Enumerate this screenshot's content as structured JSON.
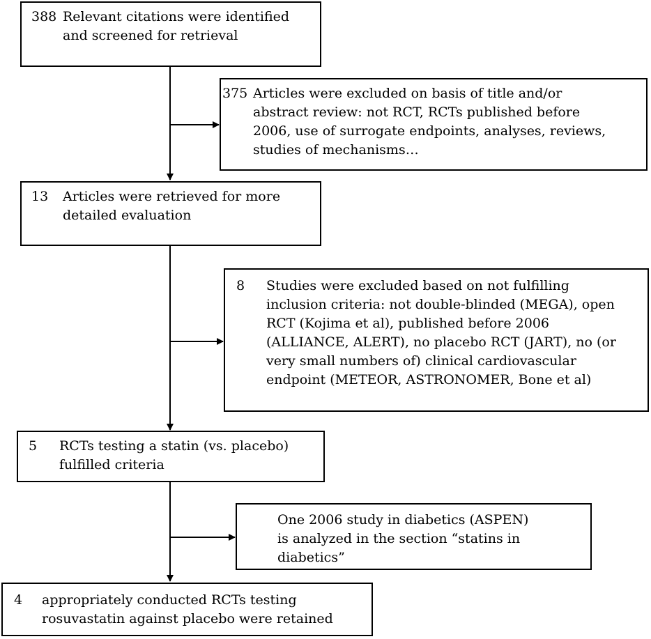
{
  "flowchart": {
    "step1": {
      "number": "388",
      "lines": [
        "Relevant citations were identified",
        "and screened for retrieval"
      ]
    },
    "exclusion1": {
      "number": "375",
      "lines": [
        "Articles were excluded on basis of title and/or",
        "abstract review: not RCT, RCTs published before",
        "2006, use of surrogate endpoints, analyses, reviews,",
        "studies of mechanisms…"
      ]
    },
    "step2": {
      "number": "13",
      "lines": [
        "Articles were retrieved for more",
        "detailed evaluation"
      ]
    },
    "exclusion2": {
      "number": "8",
      "lines": [
        "Studies were excluded based on not fulfilling",
        "inclusion criteria: not double-blinded (MEGA), open",
        "RCT (Kojima et al), published before 2006",
        "(ALLIANCE, ALERT), no placebo RCT (JART), no (or",
        "very small numbers of) clinical cardiovascular",
        "endpoint (METEOR, ASTRONOMER, Bone et al)"
      ]
    },
    "step3": {
      "number": "5",
      "lines": [
        "RCTs testing a statin (vs. placebo)",
        "fulfilled criteria"
      ]
    },
    "exclusion3": {
      "number": "",
      "lines": [
        "One 2006 study in diabetics (ASPEN)",
        "is analyzed in the section “statins in",
        "diabetics”"
      ]
    },
    "step4": {
      "number": "4",
      "lines": [
        "appropriately conducted RCTs testing",
        "rosuvastatin against placebo were retained"
      ]
    }
  },
  "colors": {
    "line": "#000000",
    "background": "#ffffff"
  }
}
